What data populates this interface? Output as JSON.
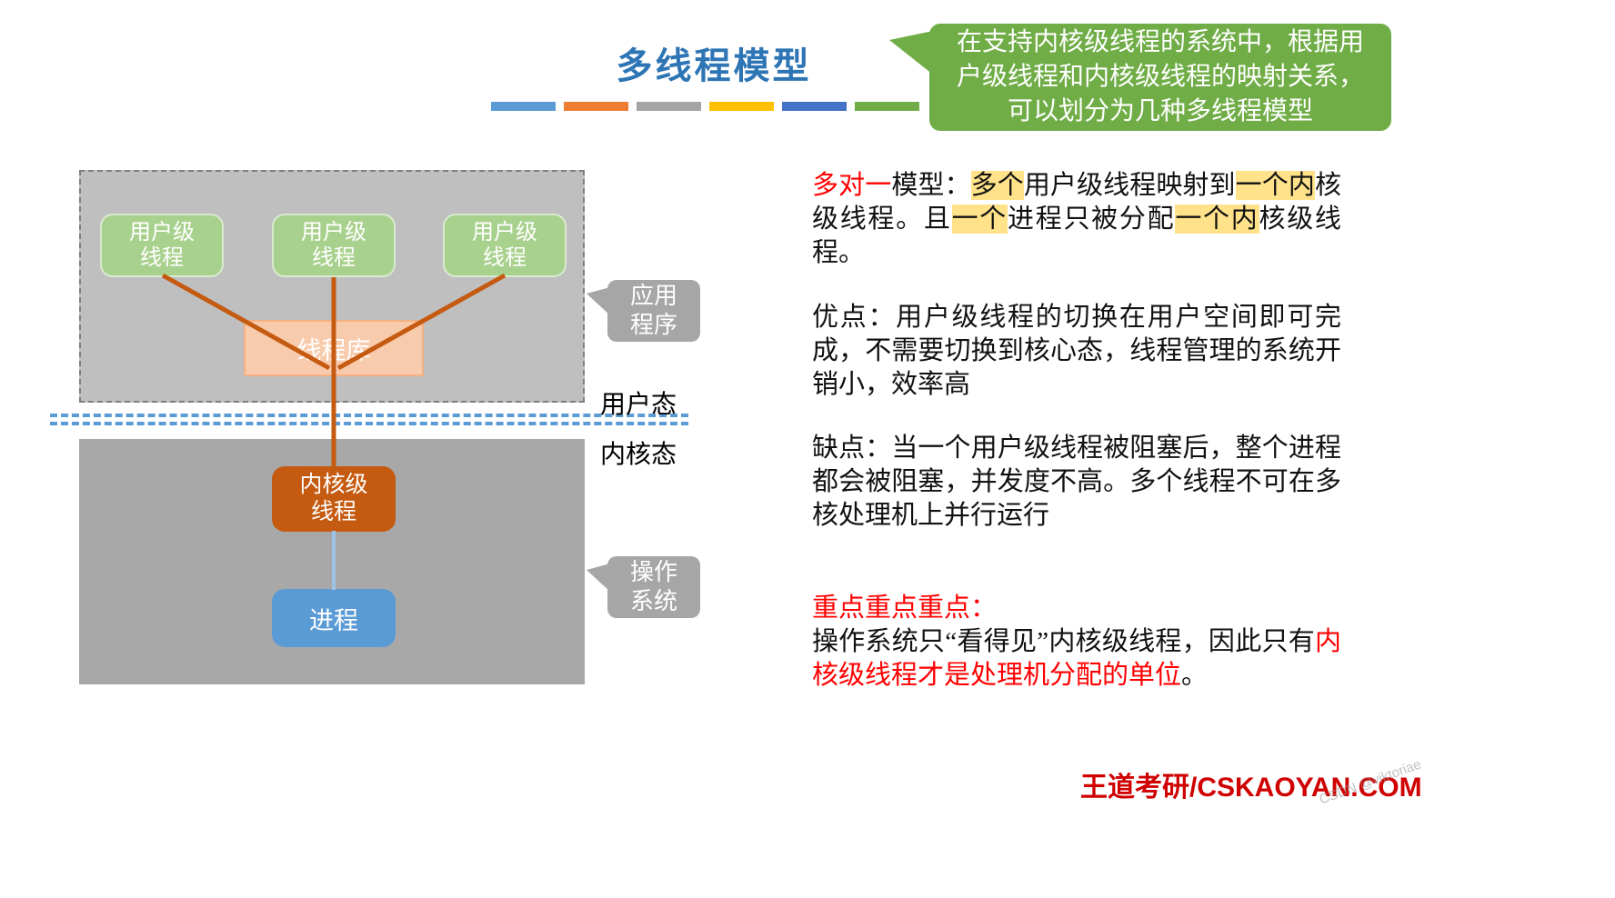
{
  "title": {
    "text": "多线程模型"
  },
  "accent_bars": [
    "#5b9bd5",
    "#ed7d31",
    "#a5a5a5",
    "#ffc000",
    "#4472c4",
    "#70ad47"
  ],
  "intro_callout": {
    "text": "在支持内核级线程的系统中，根据用户级线程和内核级线程的映射关系，可以划分为几种多线程模型"
  },
  "diagram": {
    "user_threads": [
      "用户级\n线程",
      "用户级\n线程",
      "用户级\n线程"
    ],
    "thread_library": "线程库",
    "kernel_thread": "内核级\n线程",
    "process": "进程",
    "app_callout": "应用\n程序",
    "os_callout": "操作\n系统",
    "user_mode_label": "用户态",
    "kernel_mode_label": "内核态"
  },
  "content": {
    "paragraphs": [
      {
        "segments": [
          {
            "t": "多对一",
            "s": "red"
          },
          {
            "t": "模型：",
            "s": ""
          },
          {
            "t": "多个",
            "s": "hl"
          },
          {
            "t": "用户级线程映射到",
            "s": ""
          },
          {
            "t": "一个内",
            "s": "hl"
          },
          {
            "t": "核级线程。且",
            "s": ""
          },
          {
            "t": "一个",
            "s": "hl"
          },
          {
            "t": "进程只被分配",
            "s": ""
          },
          {
            "t": "一个内",
            "s": "hl"
          },
          {
            "t": "核级线程。",
            "s": ""
          }
        ]
      },
      {
        "segments": [
          {
            "t": "优点：用户级线程的切换在用户空间即可完成，不需要切换到核心态，线程管理的系统开销小，效率高",
            "s": ""
          }
        ]
      },
      {
        "segments": [
          {
            "t": "缺点：当一个用户级线程被阻塞后，整个进程都会被阻塞，并发度不高。多个线程不可在多核处理机上并行运行",
            "s": ""
          }
        ]
      },
      {
        "segments": [
          {
            "t": "重点重点重点：",
            "s": "red"
          }
        ]
      },
      {
        "segments": [
          {
            "t": "操作系统只“看得见”内核级线程，因此只有",
            "s": ""
          },
          {
            "t": "内核级线程才是处理机分配的单位",
            "s": "red"
          },
          {
            "t": "。",
            "s": ""
          }
        ]
      }
    ]
  },
  "footer": {
    "brand": "王道考研/CSKAOYAN.COM"
  },
  "watermark": "CSDN @viktoriae",
  "colors": {
    "title_blue": "#2e75b6",
    "callout_green": "#70ad47",
    "highlight_yellow": "#ffe28a",
    "emphasis_red": "#ff0000",
    "brand_red": "#d00000",
    "user_thread_green": "#a9d18e",
    "thread_library_orange": "#f8cbad",
    "kernel_thread_orange": "#c55a11",
    "process_blue": "#5b9bd5",
    "connector_orange": "#c55a11",
    "connector_blue": "#9dc3e6",
    "separator_blue": "#5b9bd5",
    "user_space_gray": "#bfbfbf",
    "kernel_space_gray": "#a8a8a8"
  }
}
